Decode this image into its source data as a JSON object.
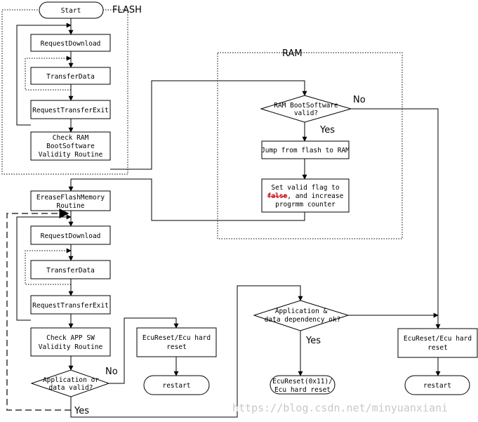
{
  "regions": {
    "flash_label": "FLASH",
    "ram_label": "RAM"
  },
  "nodes": {
    "start": "Start",
    "request_download_1": "RequestDownload",
    "transfer_data_1": "TransferData",
    "request_transfer_exit_1": "RequestTransferExit",
    "check_ram": [
      "Check RAM",
      "BootSoftware",
      "Validity Routine"
    ],
    "ram_valid": [
      "RAM BootSoftware",
      "valid?"
    ],
    "jump_flash_ram": "Jump from flash to RAM",
    "set_valid_flag": {
      "line1": "Set valid flag to",
      "false_word": "false",
      "line2_rest": ", and increase",
      "line3": "progrmm counter"
    },
    "erase_flash": [
      "EreaseFlashMemory",
      "Routine"
    ],
    "request_download_2": "RequestDownload",
    "transfer_data_2": "TransferData",
    "request_transfer_exit_2": "RequestTransferExit",
    "check_app": [
      "Check APP SW",
      "Validity Routine"
    ],
    "app_valid": [
      "Application or",
      "data valid?"
    ],
    "ecu_reset_1": [
      "EcuReset/Ecu hard",
      "reset"
    ],
    "restart_1": "restart",
    "app_dependency": [
      "Application &",
      "data dependency ok?"
    ],
    "ecu_reset_0x11": [
      "EcuReset(0x11)/",
      "Ecu hard reset"
    ],
    "ecu_reset_2": [
      "EcuReset/Ecu hard",
      "reset"
    ],
    "restart_2": "restart"
  },
  "edge_labels": {
    "ram_no": "No",
    "ram_yes": "Yes",
    "app_no": "No",
    "app_yes": "Yes",
    "dep_yes": "Yes"
  },
  "watermark": "https://blog.csdn.net/minyuanxiani",
  "colors": {
    "false_word": "#c00000",
    "feedback_dashed": "#666666",
    "watermark": "#c8c8c8"
  }
}
